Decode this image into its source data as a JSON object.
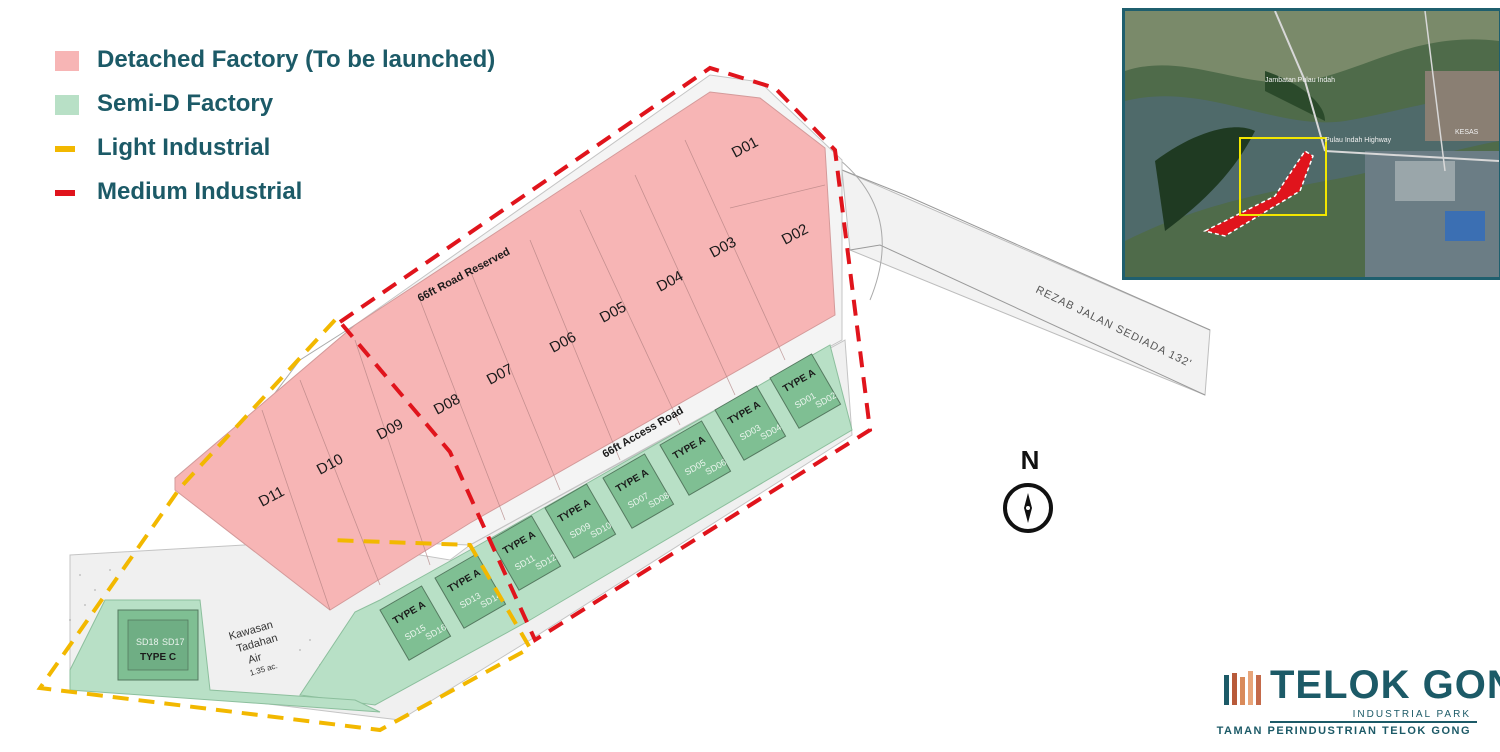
{
  "legend": {
    "detached_label": "Detached Factory (To be launched)",
    "semid_label": "Semi-D Factory",
    "light_label": "Light Industrial",
    "medium_label": "Medium Industrial",
    "colors": {
      "detached": "#f7b5b5",
      "semid": "#b8e0c6",
      "light": "#f2b800",
      "medium": "#e0141c"
    }
  },
  "detached_lots": [
    "D01",
    "D02",
    "D03",
    "D04",
    "D05",
    "D06",
    "D07",
    "D08",
    "D09",
    "D10",
    "D11"
  ],
  "semid_lots": [
    {
      "type": "TYPE A",
      "a": "SD01",
      "b": "SD02"
    },
    {
      "type": "TYPE A",
      "a": "SD03",
      "b": "SD04"
    },
    {
      "type": "TYPE A",
      "a": "SD05",
      "b": "SD06"
    },
    {
      "type": "TYPE A",
      "a": "SD07",
      "b": "SD08"
    },
    {
      "type": "TYPE A",
      "a": "SD09",
      "b": "SD10"
    },
    {
      "type": "TYPE A",
      "a": "SD11",
      "b": "SD12"
    },
    {
      "type": "TYPE A",
      "a": "SD13",
      "b": "SD14"
    },
    {
      "type": "TYPE A",
      "a": "SD15",
      "b": "SD16"
    }
  ],
  "type_c": {
    "type": "TYPE C",
    "a": "SD18",
    "b": "SD17"
  },
  "roads": {
    "reserved": "66ft Road Reserved",
    "access": "66ft Access Road",
    "existing": "REZAB JALAN SEDIADA 132'"
  },
  "water_area": {
    "line1": "Kawasan",
    "line2": "Tadahan",
    "line3": "Air",
    "area": "1.35 ac."
  },
  "compass": {
    "letter": "N"
  },
  "inset": {
    "bridge": "Jambatan Pulau Indah",
    "highway": "Pulau Indah Highway",
    "kesas": "KESAS"
  },
  "logo": {
    "name": "TELOK GONG",
    "sub": "INDUSTRIAL PARK",
    "tagline": "TAMAN PERINDUSTRIAN TELOK GONG"
  }
}
